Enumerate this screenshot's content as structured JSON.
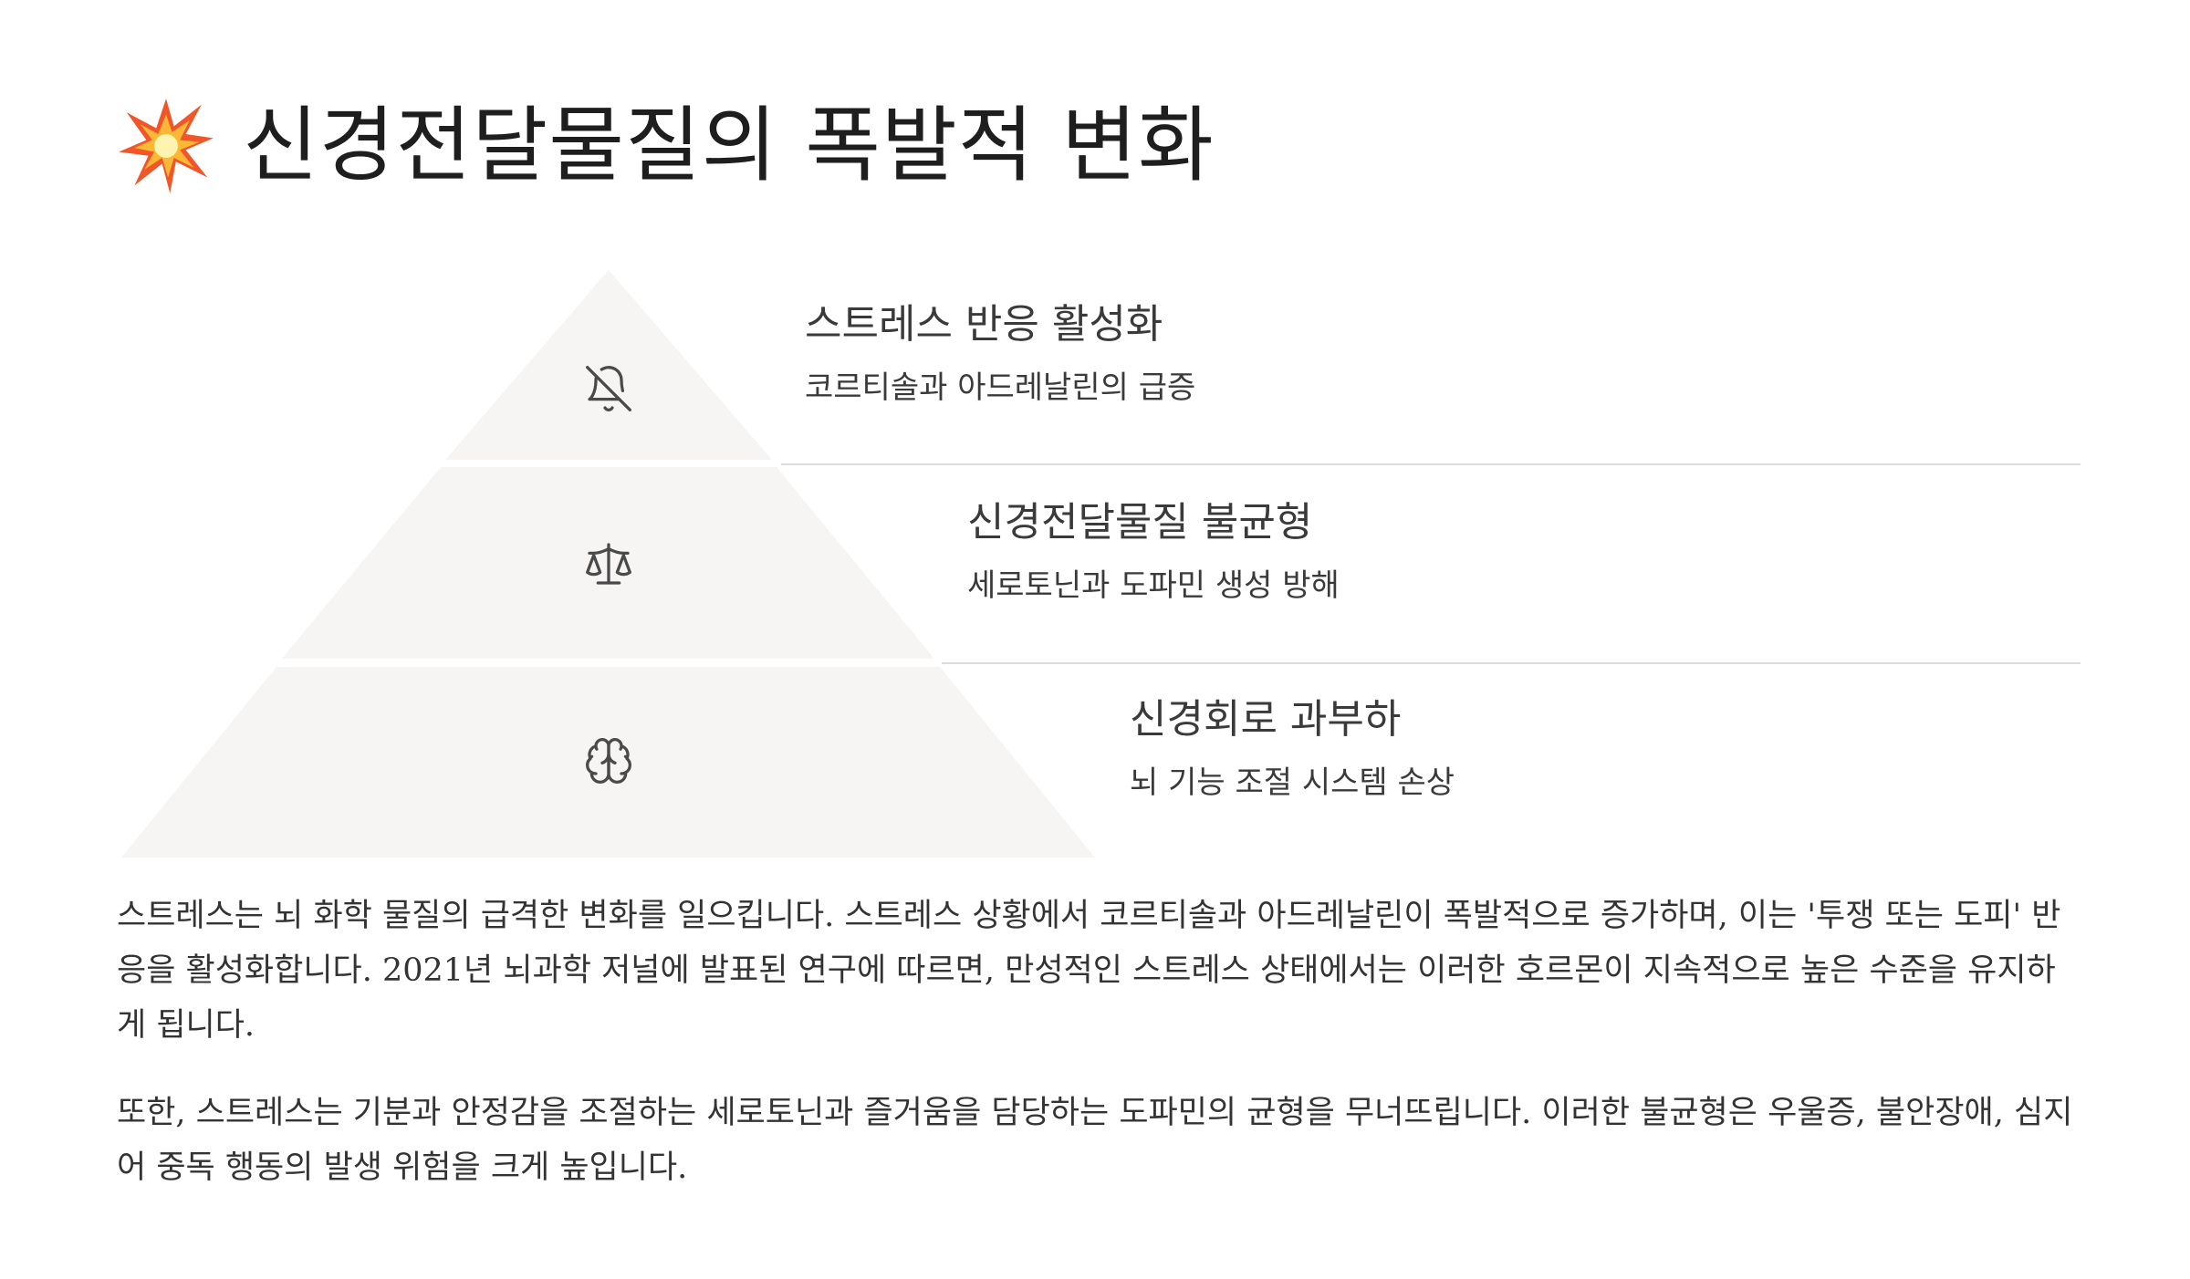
{
  "header": {
    "emoji_icon": "collision-icon",
    "title": "신경전달물질의 폭발적 변화"
  },
  "colors": {
    "pyramid_fill": "#f6f5f4",
    "divider": "#dcdcdc",
    "icon_stroke": "#4a4a4a",
    "text": "#333333"
  },
  "pyramid": {
    "tiers": [
      {
        "icon": "bell-off-icon",
        "title": "스트레스 반응 활성화",
        "description": "코르티솔과 아드레날린의 급증"
      },
      {
        "icon": "scale-icon",
        "title": "신경전달물질 불균형",
        "description": "세로토닌과 도파민 생성 방해"
      },
      {
        "icon": "brain-icon",
        "title": "신경회로 과부하",
        "description": "뇌 기능 조절 시스템 손상"
      }
    ]
  },
  "paragraphs": [
    "스트레스는 뇌 화학 물질의 급격한 변화를 일으킵니다. 스트레스 상황에서 코르티솔과 아드레날린이 폭발적으로 증가하며, 이는 '투쟁 또는 도피' 반응을 활성화합니다. 2021년 뇌과학 저널에 발표된 연구에 따르면, 만성적인 스트레스 상태에서는 이러한 호르몬이 지속적으로 높은 수준을 유지하게 됩니다.",
    "또한, 스트레스는 기분과 안정감을 조절하는 세로토닌과 즐거움을 담당하는 도파민의 균형을 무너뜨립니다. 이러한 불균형은 우울증, 불안장애, 심지어 중독 행동의 발생 위험을 크게 높입니다."
  ]
}
